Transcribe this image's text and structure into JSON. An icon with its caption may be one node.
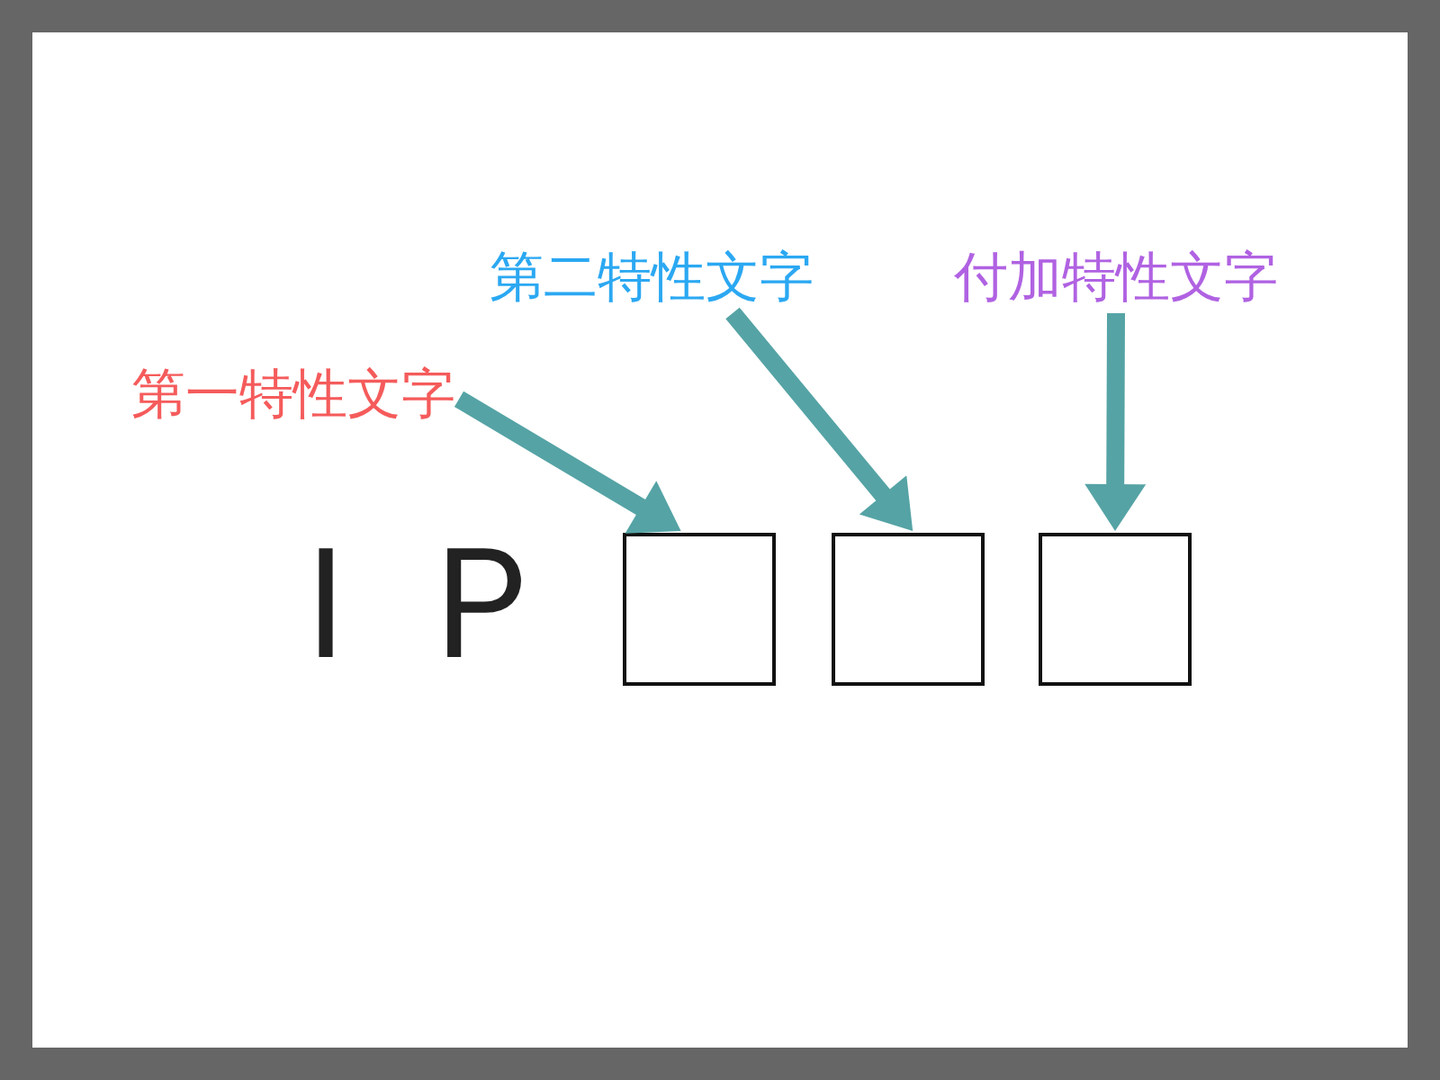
{
  "diagram": {
    "nodes": [
      {
        "text": [
          "第一特性文字"
        ]
      },
      {
        "text": [
          "第二特性文字"
        ]
      },
      {
        "text": [
          "付加特性文字"
        ]
      },
      {
        "text": [],
        "shape": "box"
      },
      {
        "text": [],
        "shape": "box"
      },
      {
        "text": [],
        "shape": "box"
      }
    ],
    "edges": [
      {
        "from": 0,
        "to": 3,
        "arrow": "to"
      },
      {
        "from": 1,
        "to": 4,
        "arrow": "to"
      },
      {
        "from": 2,
        "to": 5,
        "arrow": "to"
      }
    ],
    "labels": [
      "ＩＰ"
    ]
  }
}
